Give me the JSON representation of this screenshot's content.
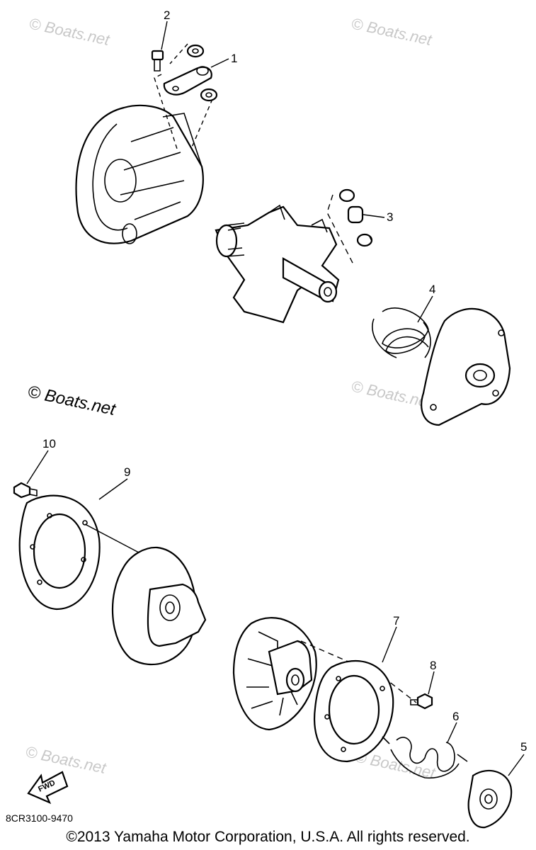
{
  "diagram_code": "8CR3100-9470",
  "copyright": "©2013 Yamaha Motor Corporation, U.S.A. All rights reserved.",
  "watermark": "© Boats.net",
  "fwd_arrow_label": "FWD",
  "callouts": [
    "1",
    "2",
    "3",
    "4",
    "5",
    "6",
    "7",
    "8",
    "9",
    "10"
  ]
}
